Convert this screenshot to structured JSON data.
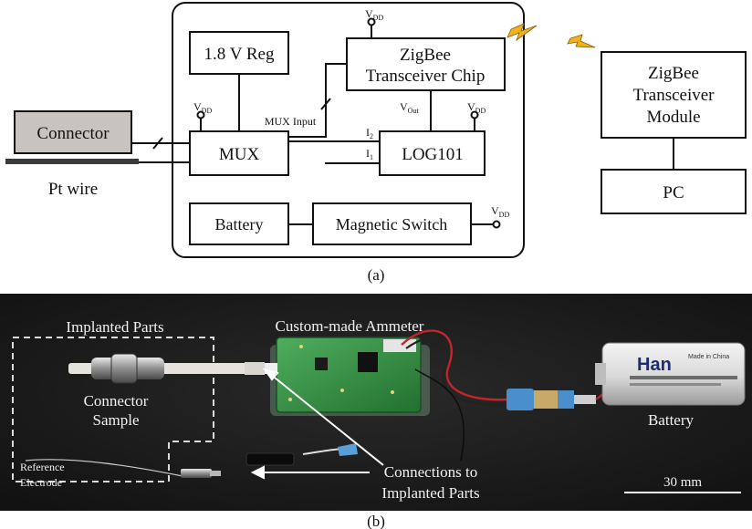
{
  "figure": {
    "caption_a": "(a)",
    "caption_b": "(b)"
  },
  "block_diagram": {
    "ammeter_blocks": {
      "regulator": "1.8 V Reg",
      "zigbee_chip_line1": "ZigBee",
      "zigbee_chip_line2": "Transceiver Chip",
      "mux": "MUX",
      "log_amp": "LOG101",
      "battery": "Battery",
      "magnetic_switch": "Magnetic Switch"
    },
    "signals": {
      "vdd_main": "V",
      "vdd_sub": "DD",
      "vout_main": "V",
      "vout_sub": "Out",
      "i2_main": "I",
      "i2_sub": "2",
      "i1_main": "I",
      "i1_sub": "1",
      "mux_input": "MUX Input"
    },
    "external": {
      "connector": "Connector",
      "pt_wire": "Pt wire",
      "module_line1": "ZigBee",
      "module_line2": "Transceiver",
      "module_line3": "Module",
      "pc": "PC"
    },
    "colors": {
      "connector_fill": "#c8c2c0",
      "lightning": "#f2b01e"
    }
  },
  "photo": {
    "labels": {
      "implanted_parts": "Implanted Parts",
      "custom_ammeter": "Custom-made Ammeter",
      "connector_line1": "Connector",
      "connector_line2": "Sample",
      "reference_line1": "Reference",
      "reference_line2": "Electrode",
      "connections_line1": "Connections to",
      "connections_line2": "Implanted Parts",
      "battery": "Battery",
      "scale_bar": "30 mm"
    },
    "battery_print": {
      "brand": "Han",
      "made_in": "Made in China"
    },
    "colors": {
      "background": "#1b1b1b",
      "pcb": "#2f8a3d",
      "wire_red": "#c0262a"
    }
  }
}
